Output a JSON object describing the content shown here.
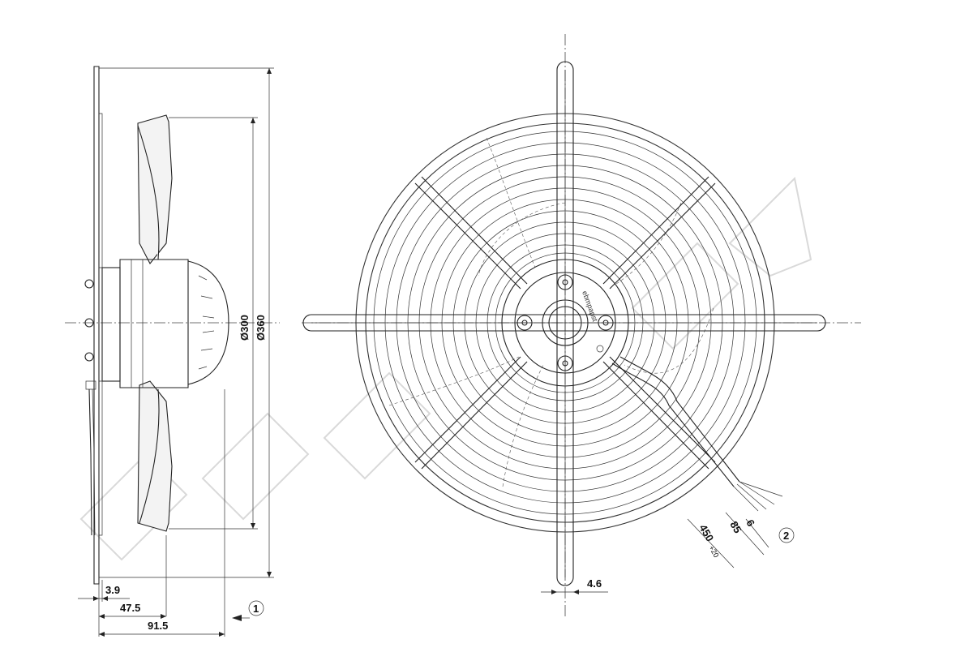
{
  "drawing": {
    "side_view": {
      "dim_dia_blade": "Ø300",
      "dim_dia_guard": "Ø360",
      "dim_offset_small": "3.9",
      "dim_depth_mid": "47.5",
      "dim_depth_total": "91.5",
      "callout_1": "1"
    },
    "front_view": {
      "dim_bar_width": "4.6",
      "dim_cable_length": "450",
      "dim_cable_tolerance": "+20",
      "dim_strip_length": "85",
      "dim_wire_end": "6",
      "callout_2": "2",
      "label_plate_text": "ebmpapst"
    }
  }
}
